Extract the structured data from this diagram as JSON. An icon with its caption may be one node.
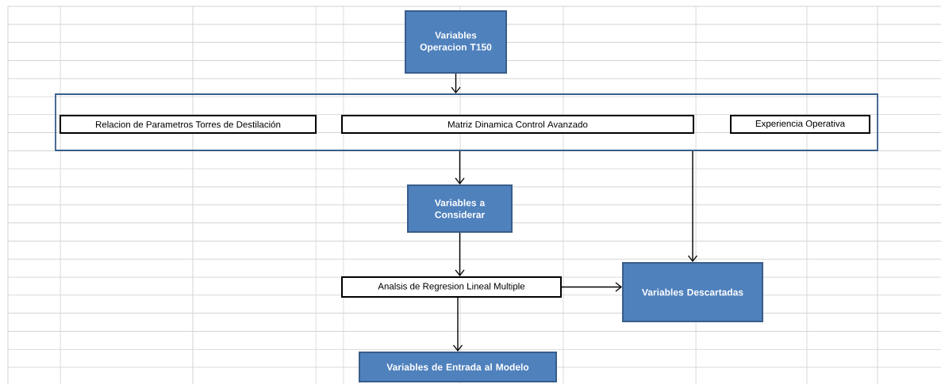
{
  "diagram": {
    "nodes": [
      {
        "text": [
          "Variables Operacion T150"
        ]
      },
      {
        "text": [],
        "shape": "box"
      },
      {
        "text": [
          "Relacion de Parametros Torres de Destilación"
        ],
        "in": 1
      },
      {
        "text": [
          "Matriz Dinamica Control Avanzado"
        ],
        "in": 1
      },
      {
        "text": [
          "Experiencia Operativa"
        ],
        "in": 1
      },
      {
        "text": [
          "Variables a Considerar"
        ]
      },
      {
        "text": [
          "Analsis de Regresion Lineal Multiple"
        ]
      },
      {
        "text": [
          "Variables Descartadas"
        ]
      },
      {
        "text": [
          "Variables de Entrada al Modelo"
        ]
      }
    ],
    "edges": [
      {
        "from": 0,
        "to": 1,
        "arrow": "to"
      },
      {
        "from": 1,
        "to": 5,
        "arrow": "to"
      },
      {
        "from": 1,
        "to": 7,
        "arrow": "to"
      },
      {
        "from": 5,
        "to": 6,
        "arrow": "to"
      },
      {
        "from": 6,
        "to": 7,
        "arrow": "to"
      },
      {
        "from": 6,
        "to": 8,
        "arrow": "to"
      }
    ]
  }
}
